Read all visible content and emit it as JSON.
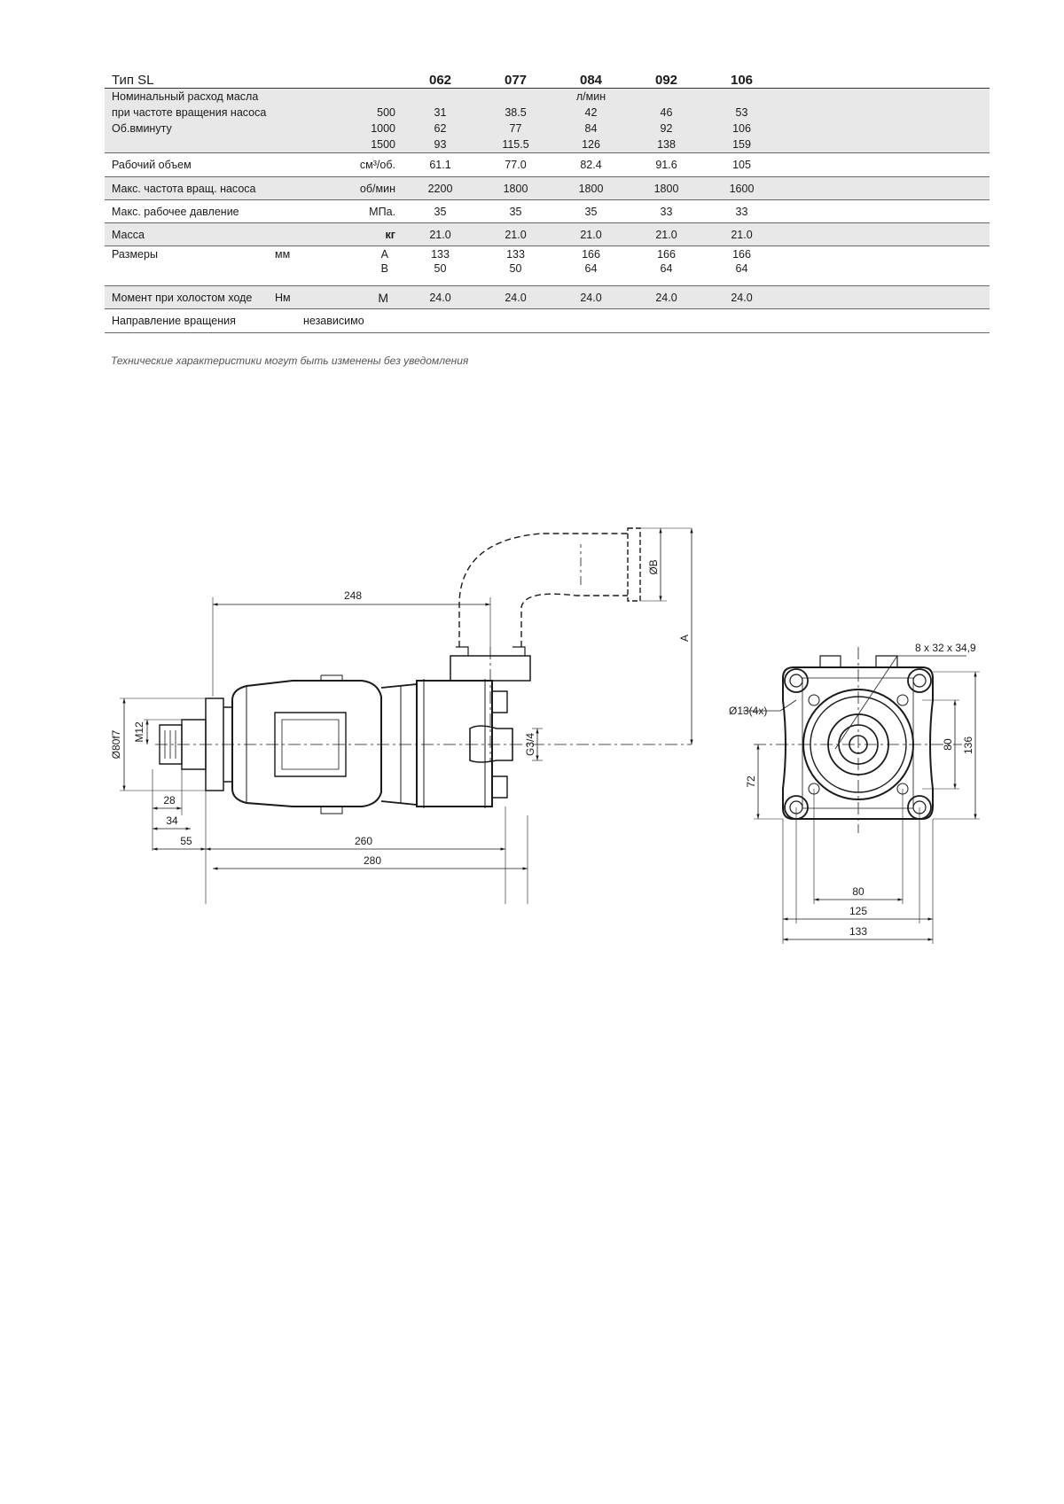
{
  "table": {
    "type_label": "Тип SL",
    "models": [
      "062",
      "077",
      "084",
      "092",
      "106"
    ],
    "flow": {
      "label_lines": [
        "Номинальный расход масла",
        "при частоте вращения насоса",
        "Об.вминуту"
      ],
      "unit": "л/мин",
      "rows": [
        {
          "speed": "500",
          "values": [
            "31",
            "38.5",
            "42",
            "46",
            "53"
          ]
        },
        {
          "speed": "1000",
          "values": [
            "62",
            "77",
            "84",
            "92",
            "106"
          ]
        },
        {
          "speed": "1500",
          "values": [
            "93",
            "115.5",
            "126",
            "138",
            "159"
          ]
        }
      ]
    },
    "displacement": {
      "label": "Рабочий объем",
      "unit": "см³/об.",
      "values": [
        "61.1",
        "77.0",
        "82.4",
        "91.6",
        "105"
      ]
    },
    "max_speed": {
      "label": "Макс. частота вращ. насоса",
      "unit": "об/мин",
      "values": [
        "2200",
        "1800",
        "1800",
        "1800",
        "1600"
      ]
    },
    "max_pressure": {
      "label": "Макс. рабочее давление",
      "unit": "МПа.",
      "values": [
        "35",
        "35",
        "35",
        "33",
        "33"
      ]
    },
    "mass": {
      "label": "Масса",
      "unit": "кг",
      "values": [
        "21.0",
        "21.0",
        "21.0",
        "21.0",
        "21.0"
      ]
    },
    "dimensions": {
      "label": "Размеры",
      "unit": "мм",
      "rows": [
        {
          "key": "A",
          "values": [
            "133",
            "133",
            "166",
            "166",
            "166"
          ]
        },
        {
          "key": "B",
          "values": [
            "50",
            "50",
            "64",
            "64",
            "64"
          ]
        }
      ]
    },
    "idle_torque": {
      "label": "Момент при холостом ходе",
      "unit": "Нм",
      "key": "M",
      "values": [
        "24.0",
        "24.0",
        "24.0",
        "24.0",
        "24.0"
      ]
    },
    "rotation": {
      "label": "Направление вращения",
      "value": "независимо"
    }
  },
  "note": "Технические характеристики могут быть изменены без уведомления",
  "drawing": {
    "side_view": {
      "dim_248": "248",
      "dim_A": "A",
      "dim_diaB": "ØB",
      "dim_M12": "M12",
      "dim_dia80": "Ø80f7",
      "dim_G34": "G3/4",
      "dim_28": "28",
      "dim_34": "34",
      "dim_55": "55",
      "dim_260": "260",
      "dim_280": "280"
    },
    "front_view": {
      "dim_spline": "8 x 32 x 34,9",
      "dim_holes": "Ø13(4x)",
      "dim_80v": "80",
      "dim_136": "136",
      "dim_72": "72",
      "dim_80h": "80",
      "dim_125": "125",
      "dim_133": "133"
    }
  }
}
